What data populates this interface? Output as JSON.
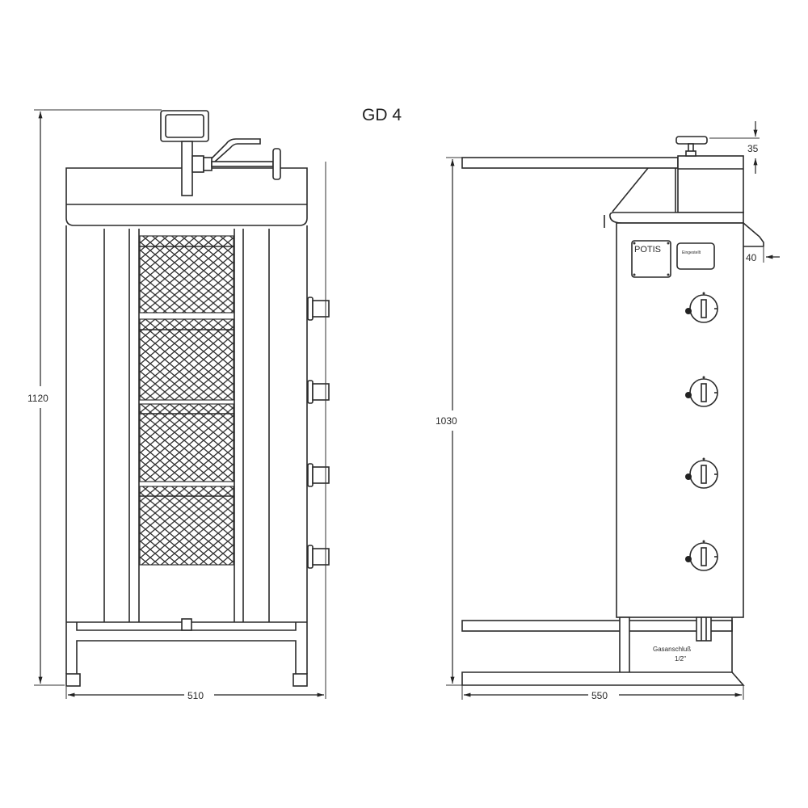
{
  "title": "GD 4",
  "front_view": {
    "height_dim": "1120",
    "width_dim": "510",
    "burner_knobs": 4,
    "grill_panels": 4
  },
  "side_view": {
    "height_dim": "1030",
    "depth_dim": "550",
    "top_knob_dim": "35",
    "overhang_dim": "40",
    "brand_plate": "POTIS",
    "label_plate": "Eingestellt",
    "gas_connection_label": "Gasanschluß",
    "gas_connection_size": "1/2\"",
    "control_knobs": 4
  },
  "colors": {
    "line": "#2a2a2a",
    "background": "#ffffff"
  }
}
